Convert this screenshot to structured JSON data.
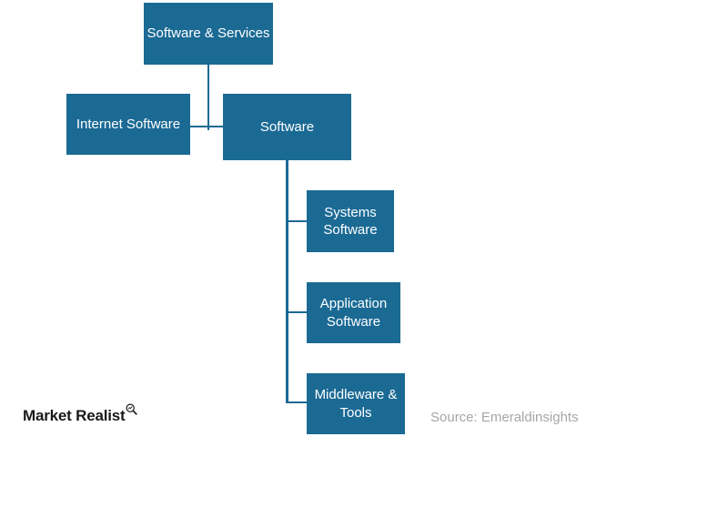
{
  "diagram": {
    "type": "hierarchy",
    "nodes": {
      "root": {
        "label": "Software & Services"
      },
      "internet": {
        "label": "Internet Software"
      },
      "software": {
        "label": "Software"
      },
      "systems": {
        "label": "Systems Software"
      },
      "application": {
        "label": "Application Software"
      },
      "middleware": {
        "label": "Middleware & Tools"
      }
    },
    "edges": [
      {
        "from": "root",
        "to": "internet"
      },
      {
        "from": "root",
        "to": "software"
      },
      {
        "from": "software",
        "to": "systems"
      },
      {
        "from": "software",
        "to": "application"
      },
      {
        "from": "software",
        "to": "middleware"
      }
    ],
    "colors": {
      "node_fill": "#1b6a94",
      "node_text": "#ffffff",
      "connector": "#1b6a94",
      "background": "#ffffff"
    }
  },
  "branding": {
    "logo_text": "Market Realist",
    "logo_icon": "magnifier-chart-icon",
    "logo_color": "#1a1a1a"
  },
  "source": {
    "text": "Source: Emeraldinsights",
    "color": "#a6a6a6"
  }
}
